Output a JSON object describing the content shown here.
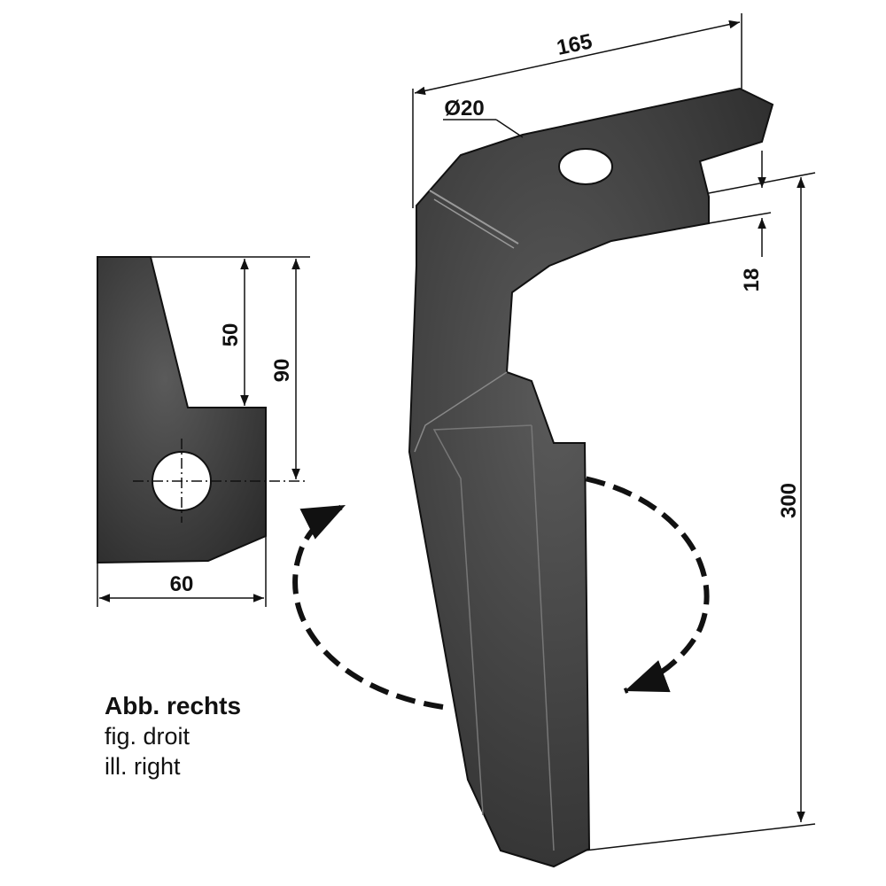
{
  "dimensions": {
    "width_top": "165",
    "hole_diameter": "Ø20",
    "thickness": "18",
    "height": "300",
    "side_upper": "50",
    "side_total": "90",
    "side_width": "60"
  },
  "caption": {
    "german": "Abb. rechts",
    "french": "fig. droit",
    "english": "ill. right"
  },
  "colors": {
    "metal": "#3b3b3b",
    "line": "#111111"
  }
}
